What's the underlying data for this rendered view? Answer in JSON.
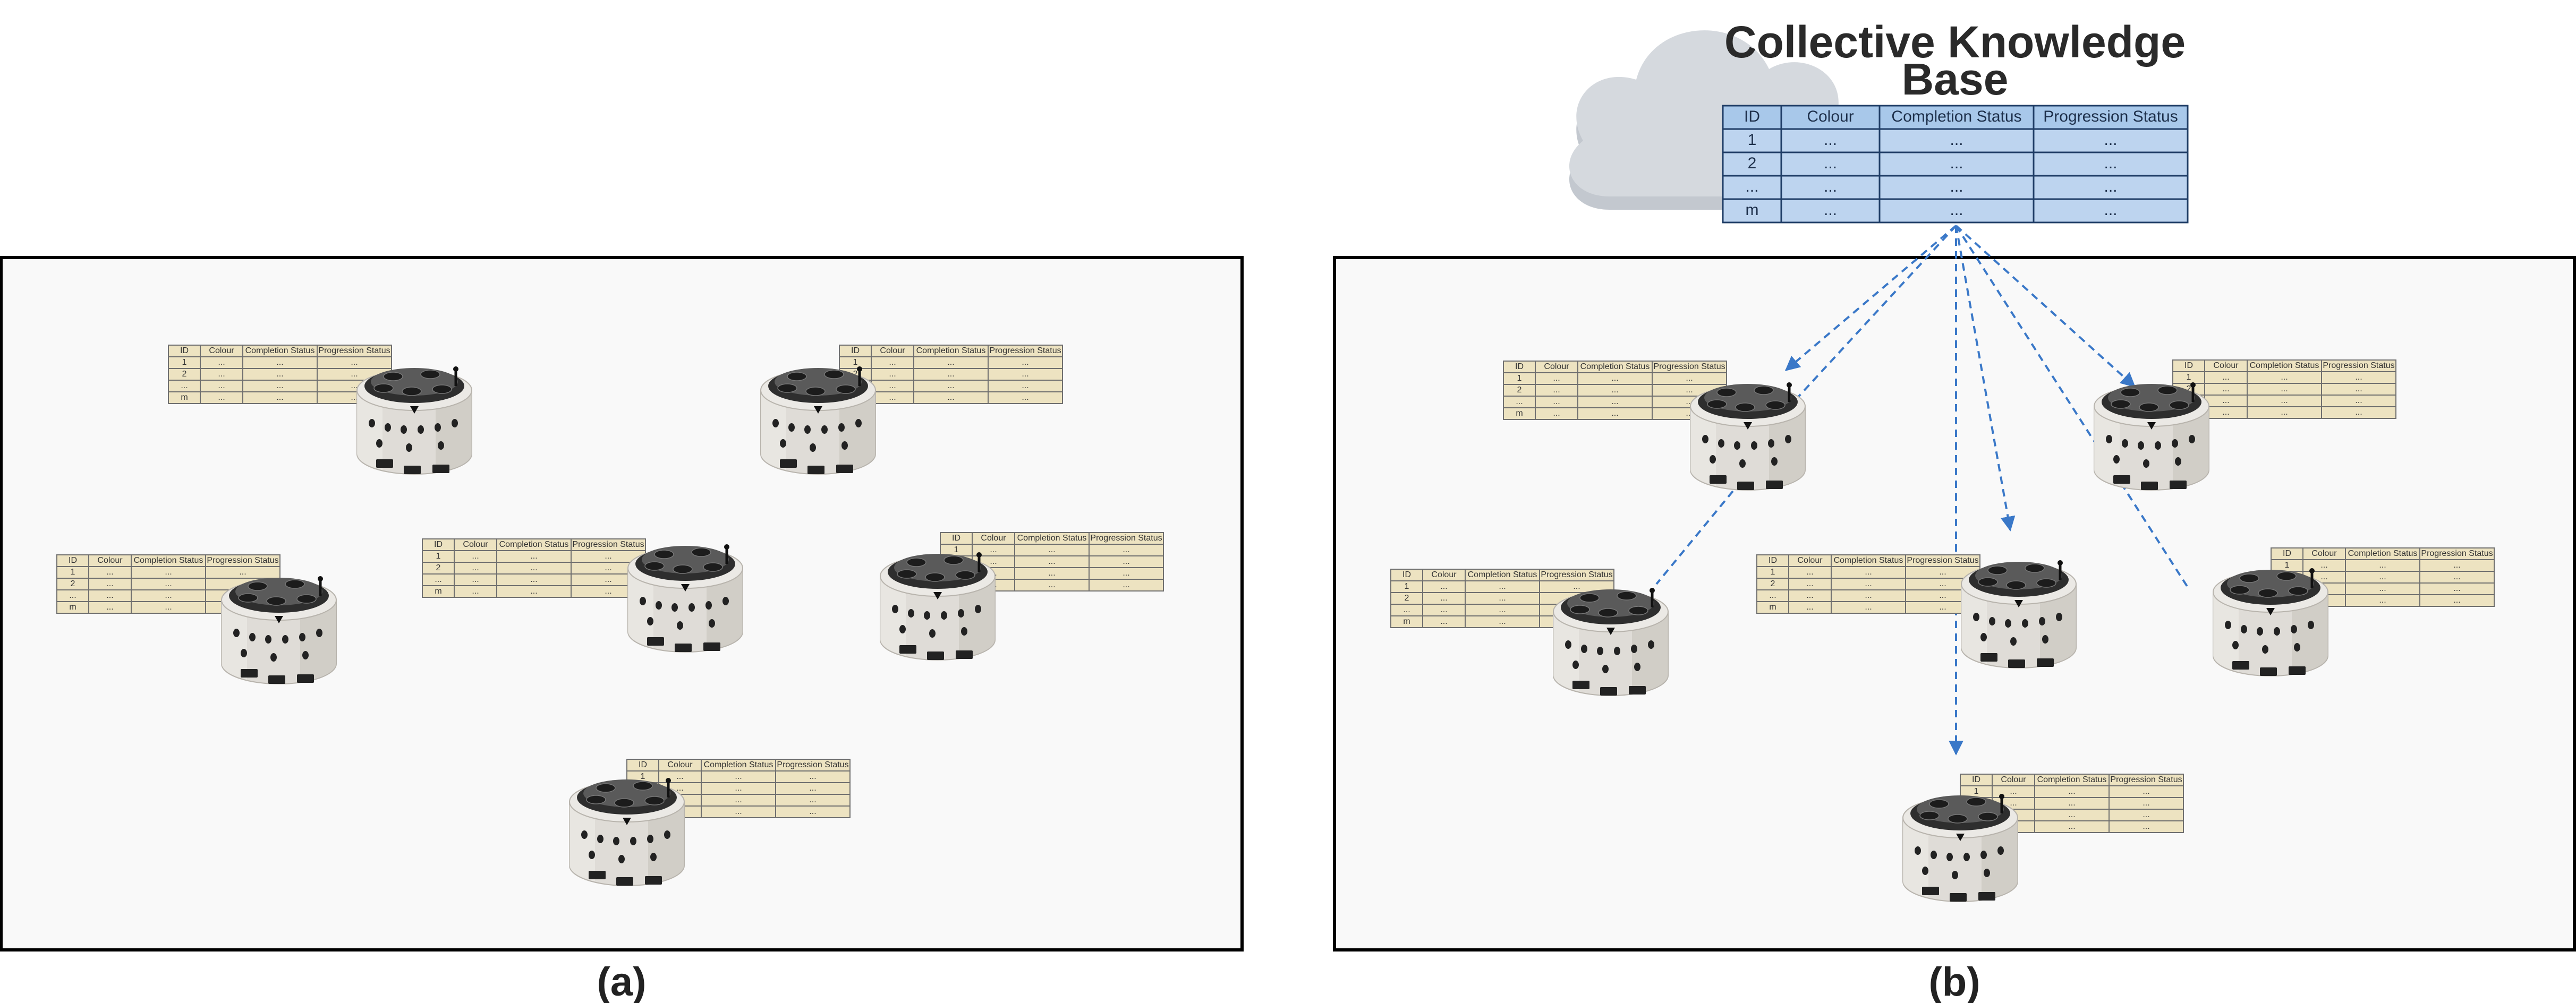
{
  "panels": [
    {
      "caption": "(a)"
    },
    {
      "caption": "(b)"
    }
  ],
  "knowledge_base": {
    "title_line1": "Collective Knowledge",
    "title_line2": "Base",
    "columns": [
      "ID",
      "Colour",
      "Completion Status",
      "Progression Status"
    ],
    "rows": [
      [
        "1",
        "...",
        "...",
        "..."
      ],
      [
        "2",
        "...",
        "...",
        "..."
      ],
      [
        "...",
        "...",
        "...",
        "..."
      ],
      [
        "m",
        "...",
        "...",
        "..."
      ]
    ]
  },
  "robot_table": {
    "columns": [
      "ID",
      "Colour",
      "Completion Status",
      "Progression Status"
    ],
    "rows": [
      [
        "1",
        "...",
        "...",
        "..."
      ],
      [
        "2",
        "...",
        "...",
        "..."
      ],
      [
        "...",
        "...",
        "...",
        "..."
      ],
      [
        "m",
        "...",
        "...",
        "..."
      ]
    ]
  },
  "colors": {
    "kb_header": "#a8c8ea",
    "kb_row": "#bdd4ef",
    "kb_border": "#1f3d66",
    "robot_table_fill": "#ede3c1",
    "robot_table_border": "#6f6f6f",
    "panel_fill": "#f9f9f9",
    "panel_border": "#000000",
    "link": "#3a78c8",
    "cloud": "#d5d9de",
    "cloud_shadow": "#c3c8cf"
  }
}
